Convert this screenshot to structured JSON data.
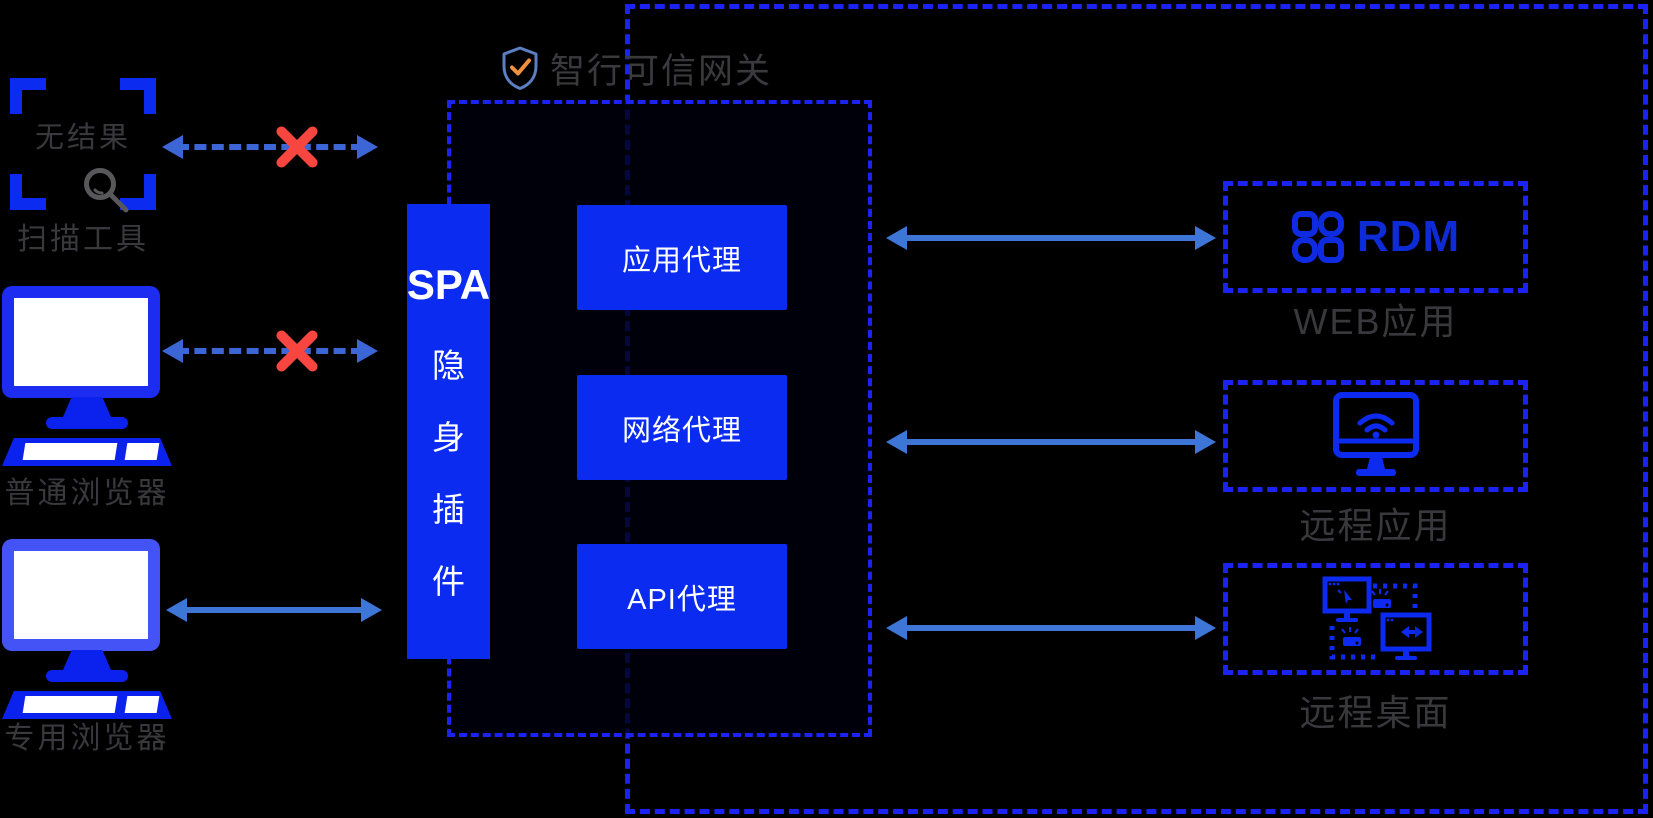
{
  "header": {
    "title": "智行可信网关",
    "icon": "shield-check-icon"
  },
  "gateway": {
    "spa_bar": {
      "acronym": "SPA",
      "chars": [
        "隐",
        "身",
        "插",
        "件"
      ]
    },
    "proxies": [
      {
        "label": "应用代理"
      },
      {
        "label": "网络代理"
      },
      {
        "label": "API代理"
      }
    ]
  },
  "clients": [
    {
      "label": "扫描工具",
      "inner_text": "无结果",
      "icon": "scan-frame-icon",
      "connection": "blocked"
    },
    {
      "label": "普通浏览器",
      "icon": "desktop-computer-icon",
      "connection": "blocked"
    },
    {
      "label": "专用浏览器",
      "icon": "desktop-computer-icon",
      "connection": "allowed"
    }
  ],
  "resources": [
    {
      "title": "RDM",
      "label": "WEB应用",
      "icon": "app-grid-icon"
    },
    {
      "label": "远程应用",
      "icon": "monitor-wifi-icon"
    },
    {
      "label": "远程桌面",
      "icon": "remote-desktop-icon"
    }
  ],
  "colors": {
    "background": "#000000",
    "primary_blue": "#0b2cf0",
    "dashed_border_blue": "#1b23f2",
    "arrow_blue": "#3e76d8",
    "blocked_red": "#f6463f",
    "muted_text_gray": "#3a3a3d",
    "magnifier_gray": "#58585a",
    "shield_outline": "#5b7fc2",
    "shield_check_orange": "#f0913c",
    "rdm_blue": "#0e2bd8",
    "box_text_white": "#ffffff"
  }
}
